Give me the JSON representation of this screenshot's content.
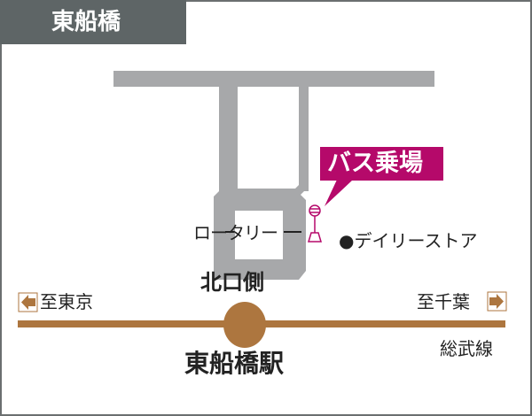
{
  "header": {
    "title": "東船橋"
  },
  "map": {
    "bus_stop_label": "バス乗場",
    "rotary_label": "ロータリー",
    "store_label": "●デイリーストア",
    "exit_label": "北口側",
    "direction_left": "至東京",
    "direction_right": "至千葉",
    "line_name": "総武線",
    "station_name": "東船橋駅"
  },
  "colors": {
    "road": "#a7a8aa",
    "rail": "#ad763f",
    "accent": "#b5096a",
    "header": "#5e6566"
  }
}
